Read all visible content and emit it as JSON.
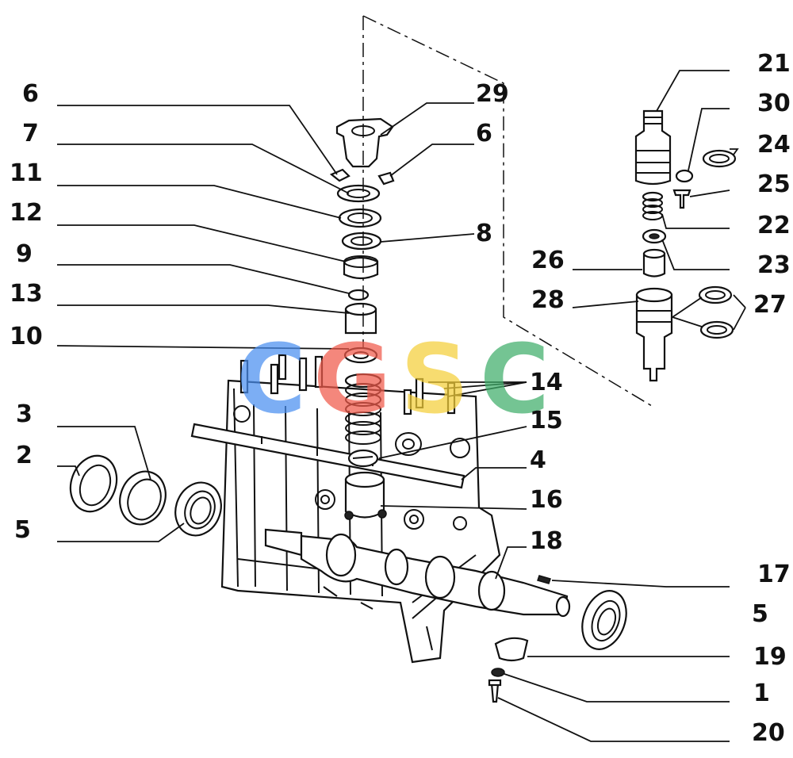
{
  "labels_left": [
    {
      "id": "6a",
      "text": "6"
    },
    {
      "id": "7",
      "text": "7"
    },
    {
      "id": "11",
      "text": "11"
    },
    {
      "id": "12",
      "text": "12"
    },
    {
      "id": "9",
      "text": "9"
    },
    {
      "id": "13",
      "text": "13"
    },
    {
      "id": "10",
      "text": "10"
    },
    {
      "id": "3",
      "text": "3"
    },
    {
      "id": "2",
      "text": "2"
    },
    {
      "id": "5a",
      "text": "5"
    }
  ],
  "labels_mid": [
    {
      "id": "29",
      "text": "29"
    },
    {
      "id": "6b",
      "text": "6"
    },
    {
      "id": "8",
      "text": "8"
    },
    {
      "id": "14",
      "text": "14"
    },
    {
      "id": "15",
      "text": "15"
    },
    {
      "id": "4",
      "text": "4"
    },
    {
      "id": "16",
      "text": "16"
    },
    {
      "id": "18",
      "text": "18"
    },
    {
      "id": "26",
      "text": "26"
    },
    {
      "id": "28",
      "text": "28"
    }
  ],
  "labels_right": [
    {
      "id": "21",
      "text": "21"
    },
    {
      "id": "30",
      "text": "30"
    },
    {
      "id": "24",
      "text": "24"
    },
    {
      "id": "25",
      "text": "25"
    },
    {
      "id": "22",
      "text": "22"
    },
    {
      "id": "23",
      "text": "23"
    },
    {
      "id": "27",
      "text": "27"
    },
    {
      "id": "17",
      "text": "17"
    },
    {
      "id": "5b",
      "text": "5"
    },
    {
      "id": "19",
      "text": "19"
    },
    {
      "id": "1",
      "text": "1"
    },
    {
      "id": "20",
      "text": "20"
    }
  ],
  "watermark": {
    "letters": [
      "C",
      "G",
      "S",
      "C"
    ],
    "colors": [
      "#4a8ff0",
      "#f05a4a",
      "#f5cf3a",
      "#3fae6a"
    ]
  }
}
